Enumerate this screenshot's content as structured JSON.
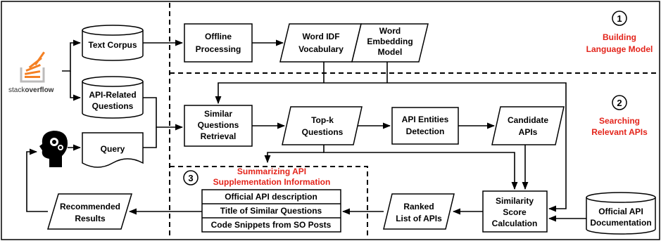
{
  "logo": {
    "word_a": "stack",
    "word_b": "overflow",
    "icon": "stackoverflow-icon"
  },
  "stages": {
    "s1": {
      "number": "1",
      "title_line1": "Building",
      "title_line2": "Language Model"
    },
    "s2": {
      "number": "2",
      "title_line1": "Searching",
      "title_line2": "Relevant APIs"
    },
    "s3": {
      "number": "3",
      "title_line1": "Summarizing API",
      "title_line2": "Supplementation Information"
    }
  },
  "nodes": {
    "text_corpus": "Text Corpus",
    "api_questions": {
      "l1": "API-Related",
      "l2": "Questions"
    },
    "query": "Query",
    "offline": {
      "l1": "Offline",
      "l2": "Processing"
    },
    "idf": {
      "l1": "Word IDF",
      "l2": "Vocabulary"
    },
    "embedding": {
      "l1": "Word",
      "l2": "Embedding",
      "l3": "Model"
    },
    "similar": {
      "l1": "Similar",
      "l2": "Questions",
      "l3": "Retrieval"
    },
    "topk": {
      "l1": "Top-k",
      "l2": "Questions"
    },
    "entities": {
      "l1": "API Entities",
      "l2": "Detection"
    },
    "candidate": {
      "l1": "Candidate",
      "l2": "APIs"
    },
    "similarity": {
      "l1": "Similarity",
      "l2": "Score",
      "l3": "Calculation"
    },
    "ranked": {
      "l1": "Ranked",
      "l2": "List of APIs"
    },
    "official_doc": {
      "l1": "Official API",
      "l2": "Documentation"
    },
    "recommended": {
      "l1": "Recommended",
      "l2": "Results"
    },
    "summary_rows": [
      "Official API description",
      "Title of Similar Questions",
      "Code Snippets from SO Posts"
    ]
  },
  "icons": {
    "user": "user-thinking-icon"
  },
  "colors": {
    "stage_title": "#e3241b",
    "logo_orange": "#f48024",
    "logo_gray": "#bcbbbb"
  }
}
